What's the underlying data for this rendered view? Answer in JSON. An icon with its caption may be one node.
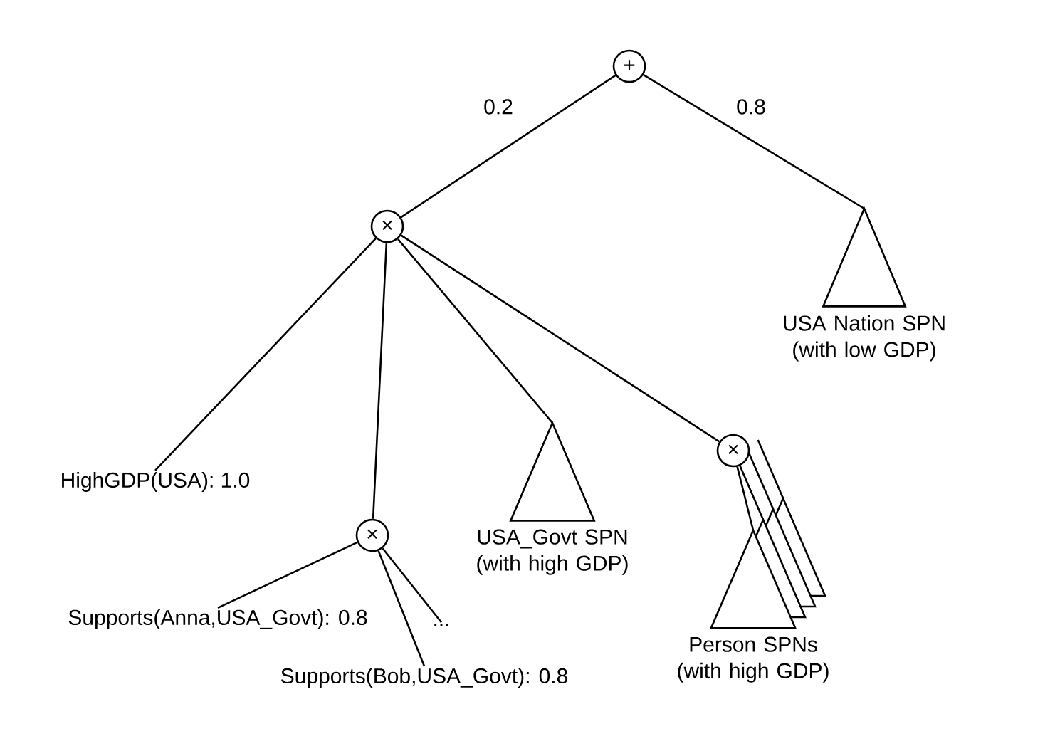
{
  "diagram": {
    "nodes": [
      {
        "text": [
          "+"
        ]
      },
      {
        "text": [
          "×"
        ]
      },
      {
        "text": [
          "USA Nation SPN (with low GDP)"
        ]
      },
      {
        "text": [
          "HighGDP(USA): 1.0"
        ]
      },
      {
        "text": [
          "×"
        ]
      },
      {
        "text": [
          "USA_Govt SPN (with high GDP)"
        ]
      },
      {
        "text": [
          "×"
        ]
      },
      {
        "text": [
          "Person SPNs (with high GDP)"
        ]
      },
      {
        "text": [
          "Supports(Anna,USA_Govt): 0.8"
        ]
      },
      {
        "text": [
          "Supports(Bob,USA_Govt): 0.8"
        ]
      },
      {
        "text": [
          "..."
        ]
      }
    ],
    "edges": [
      {
        "from": 0,
        "to": 1,
        "arrow": "none",
        "label": "0.2"
      },
      {
        "from": 0,
        "to": 2,
        "arrow": "none",
        "label": "0.8"
      },
      {
        "from": 1,
        "to": 3,
        "arrow": "none"
      },
      {
        "from": 1,
        "to": 4,
        "arrow": "none"
      },
      {
        "from": 1,
        "to": 5,
        "arrow": "none"
      },
      {
        "from": 1,
        "to": 6,
        "arrow": "none"
      },
      {
        "from": 6,
        "to": 7,
        "arrow": "none"
      },
      {
        "from": 4,
        "to": 8,
        "arrow": "none"
      },
      {
        "from": 4,
        "to": 9,
        "arrow": "none"
      },
      {
        "from": 4,
        "to": 10,
        "arrow": "none"
      }
    ]
  }
}
